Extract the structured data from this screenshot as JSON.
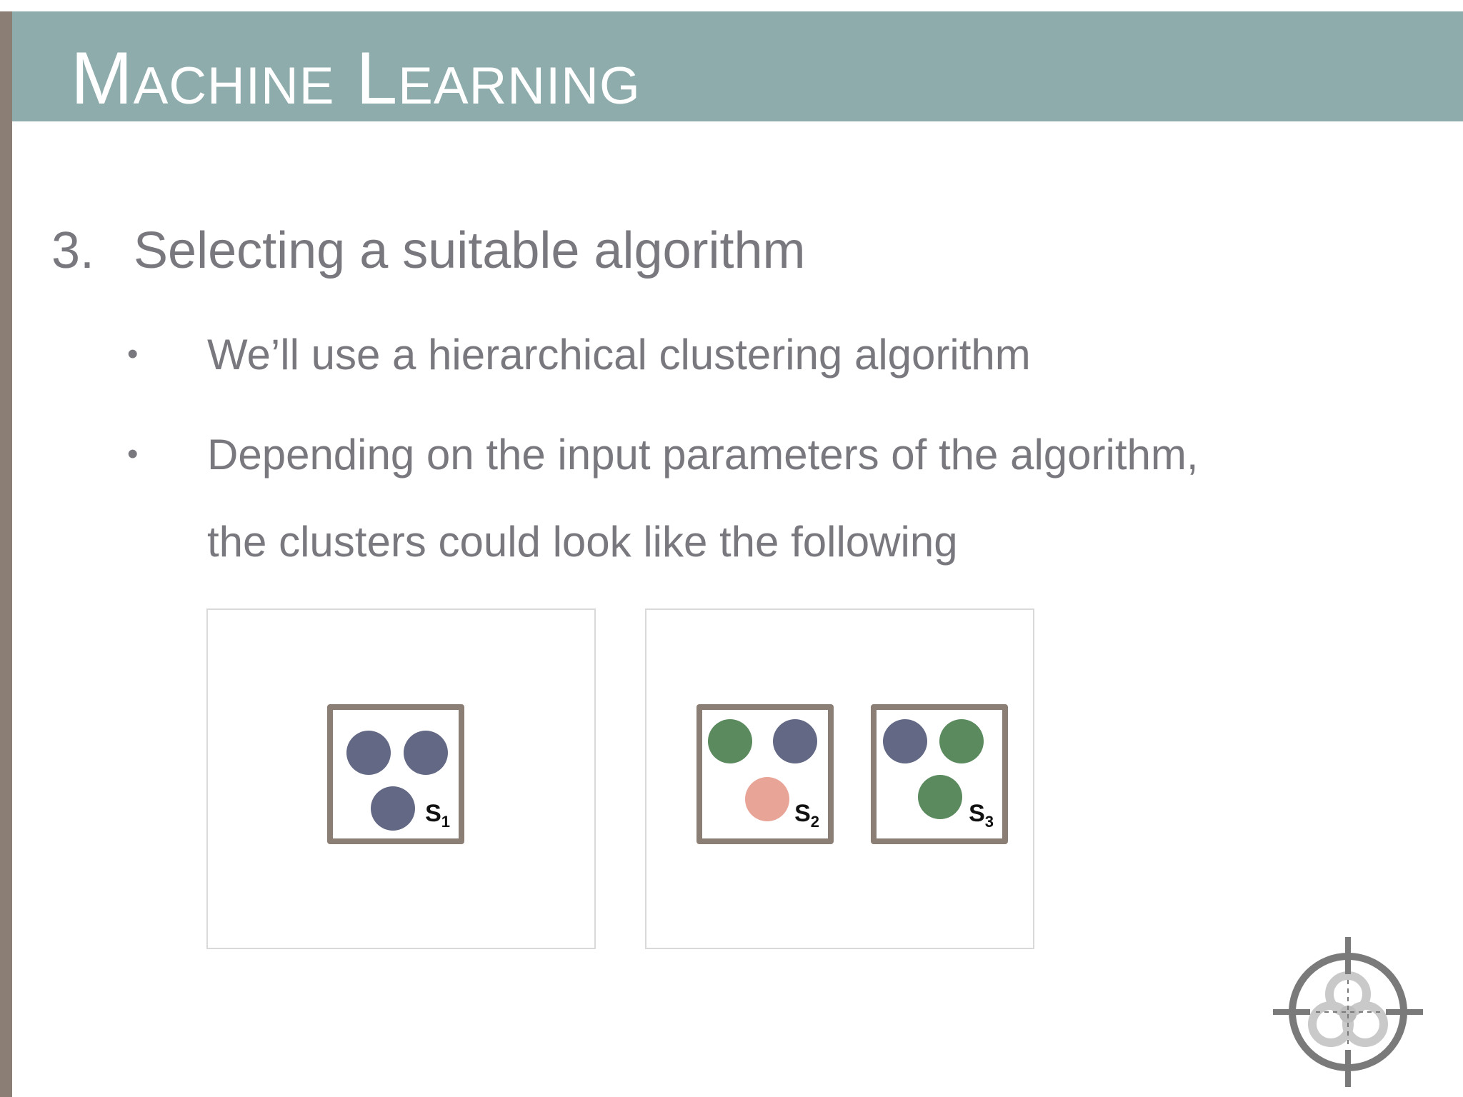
{
  "slide": {
    "title": "Machine Learning",
    "heading_number": "3.",
    "heading_text": "Selecting a suitable algorithm",
    "bullets": [
      {
        "marker": "•",
        "lines": [
          "We’ll use a hierarchical clustering algorithm"
        ]
      },
      {
        "marker": "•",
        "lines": [
          "Depending on the input parameters of the algorithm,",
          "the clusters could look like the following"
        ]
      }
    ]
  },
  "colors": {
    "banner": "#8eacab",
    "frame": "#8b7e74",
    "blue": "#636985",
    "green": "#5a8a5e",
    "pink": "#e8a497"
  },
  "panels": [
    {
      "clusters": [
        {
          "label_main": "S",
          "label_sub": "1",
          "dots": [
            "blue",
            "blue",
            "blue"
          ]
        }
      ]
    },
    {
      "clusters": [
        {
          "label_main": "S",
          "label_sub": "2",
          "dots": [
            "green",
            "blue",
            "pink"
          ]
        },
        {
          "label_main": "S",
          "label_sub": "3",
          "dots": [
            "blue",
            "green",
            "green"
          ]
        }
      ]
    }
  ],
  "logo": {
    "icon": "biohazard-crosshair-icon"
  }
}
